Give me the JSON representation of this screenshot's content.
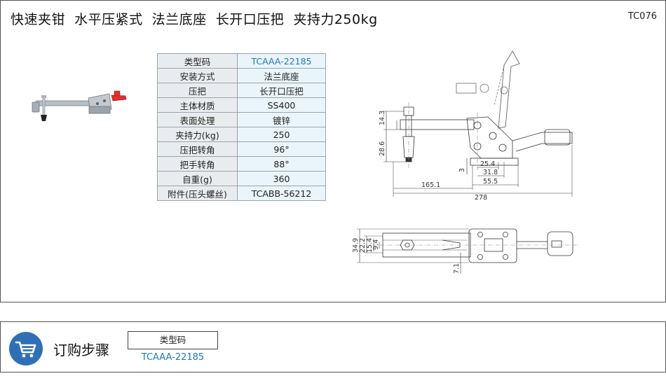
{
  "header": {
    "title": "快速夹钳  水平压紧式  法兰底座  长开口压把  夹持力250kg",
    "code": "TC076"
  },
  "spec_table": [
    {
      "key": "类型码",
      "value": "TCAAA-22185"
    },
    {
      "key": "安装方式",
      "value": "法兰底座"
    },
    {
      "key": "压把",
      "value": "长开口压把"
    },
    {
      "key": "主体材质",
      "value": "SS400"
    },
    {
      "key": "表面处理",
      "value": "镀锌"
    },
    {
      "key": "夹持力(kg)",
      "value": "250"
    },
    {
      "key": "压把转角",
      "value": "96°"
    },
    {
      "key": "把手转角",
      "value": "88°"
    },
    {
      "key": "自重(g)",
      "value": "360"
    },
    {
      "key": "附件(压头螺丝)",
      "value": "TCABB-56212"
    }
  ],
  "dimensions": {
    "d_14_3": "14.3",
    "d_28_6": "28.6",
    "d_3": "3",
    "d_25_4": "25.4",
    "d_31_8": "31.8",
    "d_55_5": "55.5",
    "d_165_1": "165.1",
    "d_278": "278",
    "d_34_9": "34.9",
    "d_22_2": "22.2",
    "d_15_4": "15.4",
    "d_9_4": "9.4",
    "d_7_1": "7.1"
  },
  "order": {
    "title": "订购步骤",
    "box_label": "类型码",
    "value": "TCAAA-22185",
    "icon": "cart-icon"
  },
  "colors": {
    "accent_blue": "#1f7ab8",
    "icon_blue": "#2f6fb5",
    "handle_red": "#e03030",
    "key_bg": "#e9ecef",
    "value_bg": "#e9f4fb"
  }
}
